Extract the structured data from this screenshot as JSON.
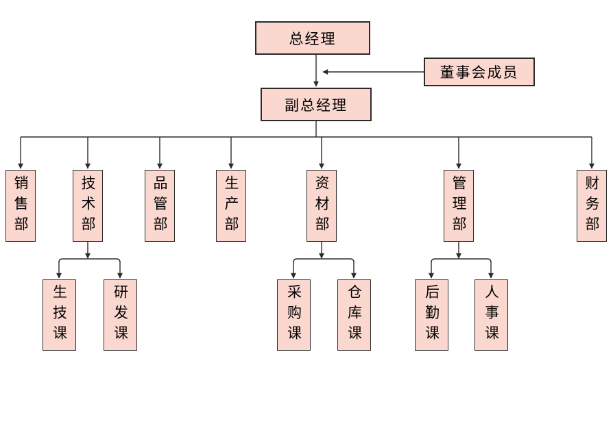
{
  "colors": {
    "node_fill": "#fbd8cf",
    "node_border": "#2b2b2b",
    "connector": "#2b2b2b",
    "background": "#ffffff",
    "text": "#000000"
  },
  "org": {
    "root": {
      "label": "总经理"
    },
    "board": {
      "label": "董事会成员"
    },
    "deputy": {
      "label": "副总经理"
    },
    "departments": [
      {
        "label": "销售部",
        "children": []
      },
      {
        "label": "技术部",
        "children": [
          {
            "label": "生技课"
          },
          {
            "label": "研发课"
          }
        ]
      },
      {
        "label": "品管部",
        "children": []
      },
      {
        "label": "生产部",
        "children": []
      },
      {
        "label": "资材部",
        "children": [
          {
            "label": "采购课"
          },
          {
            "label": "仓库课"
          }
        ]
      },
      {
        "label": "管理部",
        "children": [
          {
            "label": "后勤课"
          },
          {
            "label": "人事课"
          }
        ]
      },
      {
        "label": "财务部",
        "children": []
      }
    ]
  }
}
